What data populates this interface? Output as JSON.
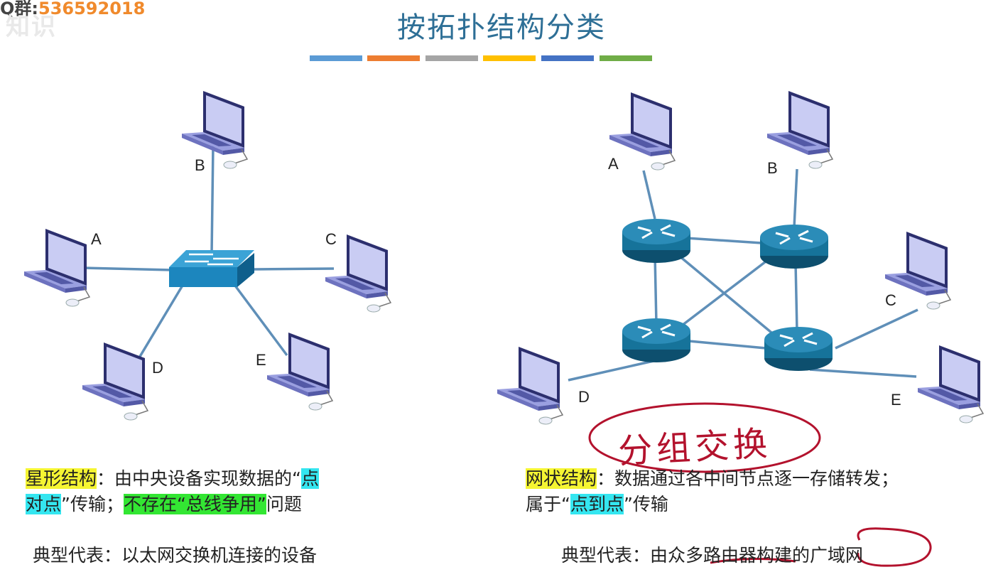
{
  "watermark": {
    "prefix": "Q群:",
    "number": "536592018",
    "logo": "知识"
  },
  "title": "按拓扑结构分类",
  "color_bars": [
    "#5b9bd5",
    "#ed7d31",
    "#a5a5a5",
    "#ffc000",
    "#4472c4",
    "#70ad47"
  ],
  "star": {
    "nodes": {
      "A": "A",
      "B": "B",
      "C": "C",
      "D": "D",
      "E": "E"
    },
    "desc_name": "星形结构",
    "desc_colon": "：由中央设备实现数据的“",
    "desc_hl1a": "点",
    "desc_hl1b": "对点",
    "desc_mid": "”传输；",
    "desc_hl2": "不存在“总线争用”",
    "desc_end": "问题",
    "example": "典型代表：以太网交换机连接的设备"
  },
  "mesh": {
    "nodes": {
      "A": "A",
      "B": "B",
      "C": "C",
      "D": "D",
      "E": "E"
    },
    "desc_name": "网状结构",
    "desc_line1": "：数据通过各中间节点逐一存储转发；",
    "desc_prefix": "属于“",
    "desc_hl": "点到点",
    "desc_suffix": "”传输",
    "example": "典型代表：由众多路由器构建的广域网",
    "handwriting": "分组交换"
  }
}
